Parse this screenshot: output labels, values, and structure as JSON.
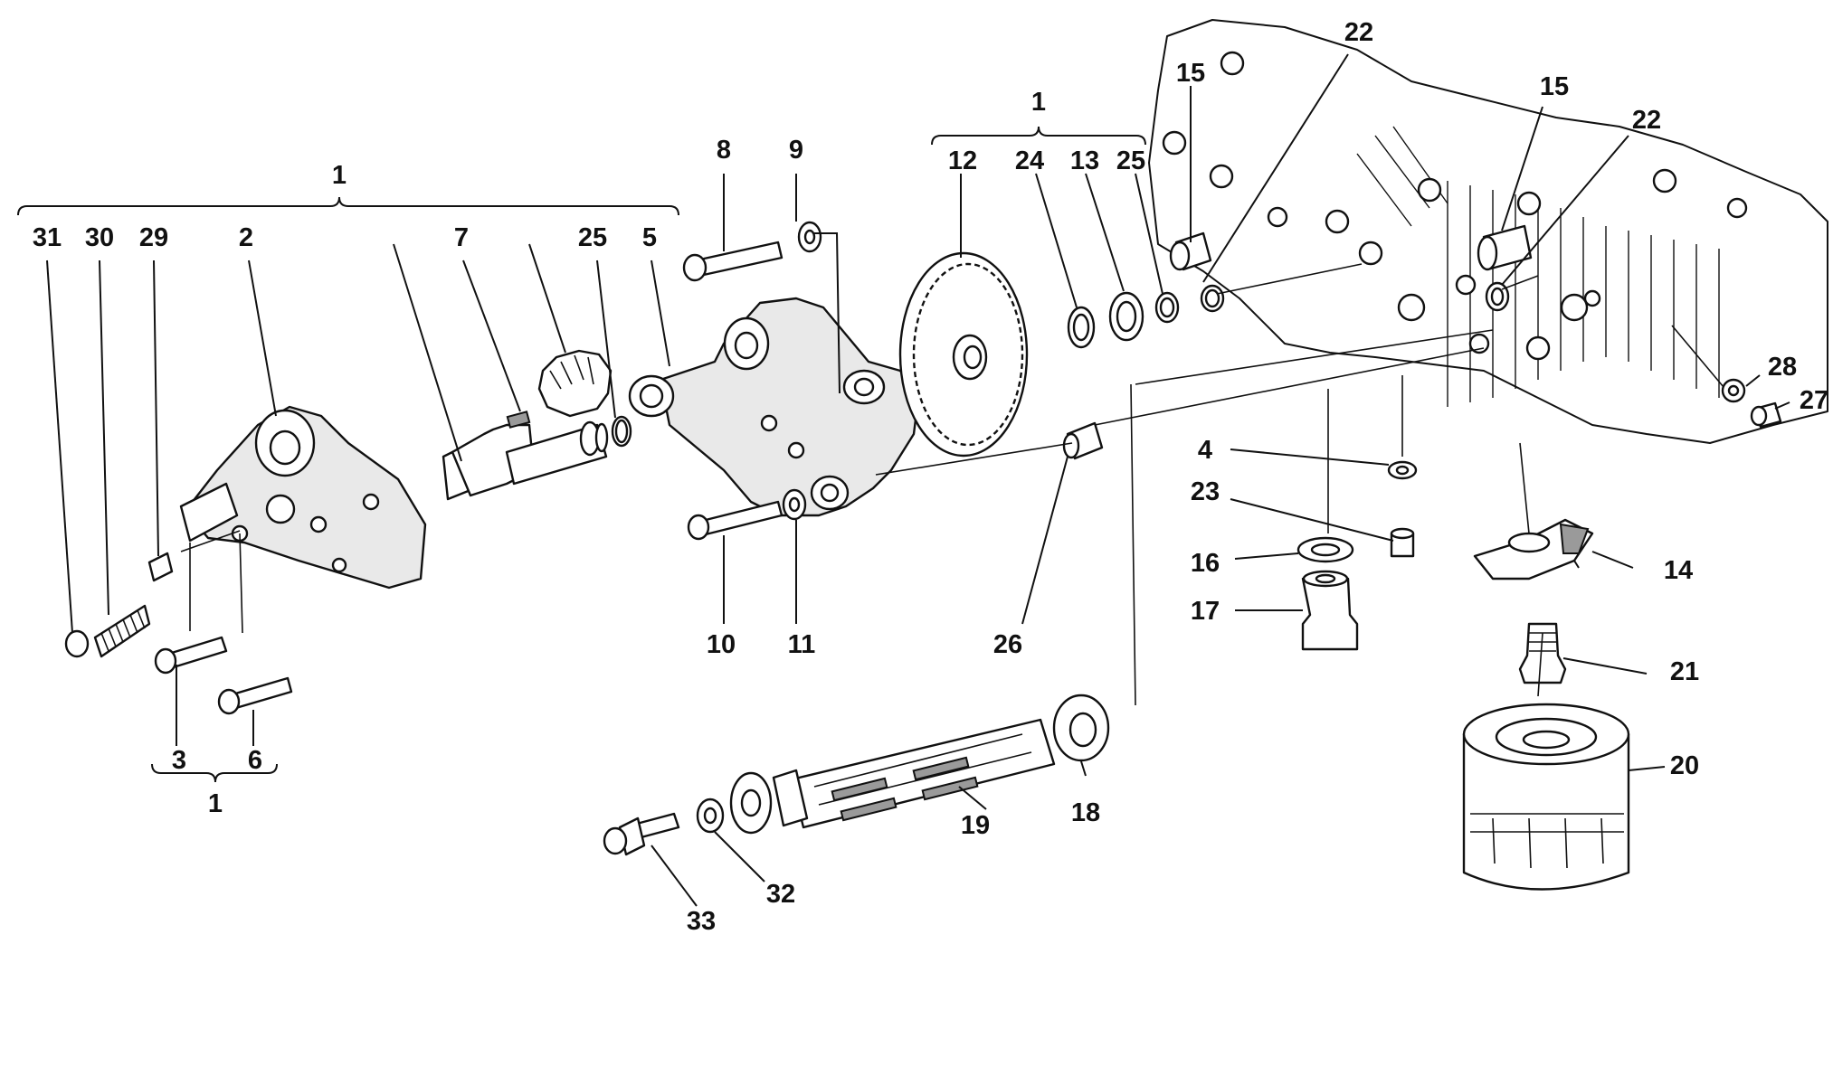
{
  "labels": {
    "l31": "31",
    "l30": "30",
    "l29": "29",
    "l2": "2",
    "l7": "7",
    "l25a": "25",
    "l5": "5",
    "l8": "8",
    "l9": "9",
    "l10": "10",
    "l11": "11",
    "l26": "26",
    "l12": "12",
    "l24": "24",
    "l13": "13",
    "l25b": "25",
    "l15a": "15",
    "l22a": "22",
    "l15b": "15",
    "l22b": "22",
    "l28": "28",
    "l27": "27",
    "l4": "4",
    "l23": "23",
    "l16": "16",
    "l17": "17",
    "l14": "14",
    "l21": "21",
    "l20": "20",
    "l18": "18",
    "l19": "19",
    "l32": "32",
    "l33": "33",
    "l3": "3",
    "l6": "6",
    "group_left": "1",
    "group_mid": "1",
    "group_bottom": "1"
  }
}
